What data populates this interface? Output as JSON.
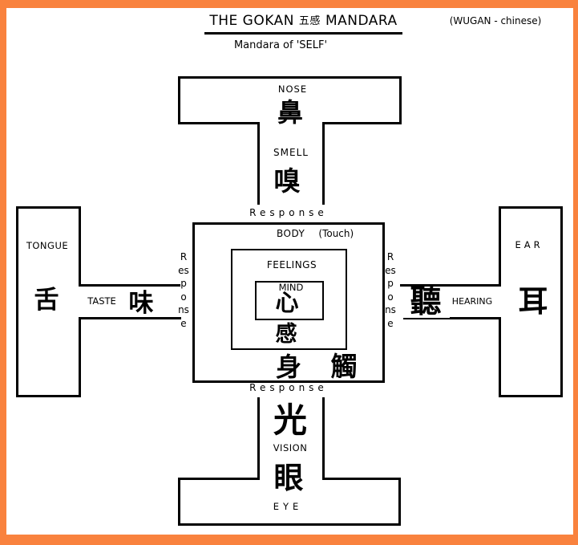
{
  "theme": {
    "frame_color": "#F9823E",
    "ink_color": "#000000",
    "background": "#FFFFFF"
  },
  "header": {
    "title_left": "THE GOKAN",
    "title_cjk": "五感",
    "title_right": "MANDARA",
    "note": "(WUGAN - chinese)",
    "subtitle": "Mandara of 'SELF'"
  },
  "top_arm": {
    "organ": "NOSE",
    "organ_kanji": "鼻",
    "sense": "SMELL",
    "sense_kanji": "嗅",
    "response": "Response"
  },
  "left_arm": {
    "organ": "TONGUE",
    "organ_kanji": "舌",
    "sense": "TASTE",
    "sense_kanji": "味",
    "response": "Response"
  },
  "right_arm": {
    "organ": "EAR",
    "organ_kanji": "耳",
    "sense": "HEARING",
    "sense_kanji": "聽",
    "response": "Response"
  },
  "bottom_arm": {
    "organ": "EYE",
    "organ_kanji": "眼",
    "sense": "VISION",
    "sense_kanji": "光",
    "response": "Response"
  },
  "center": {
    "body_label": "BODY",
    "touch_label": "(Touch)",
    "feelings_label": "FEELINGS",
    "mind_label": "MIND",
    "mind_kanji": "心",
    "feelings_kanji": "感",
    "body_kanji": "身",
    "touch_kanji": "觸"
  }
}
